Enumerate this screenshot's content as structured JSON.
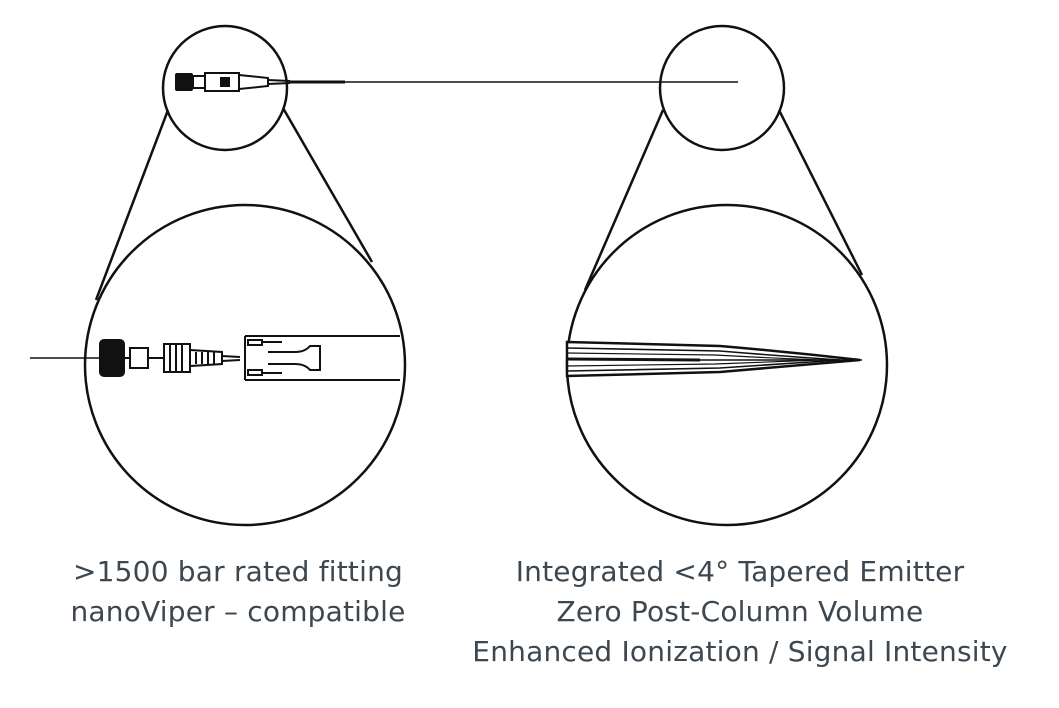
{
  "left_caption": {
    "line1": ">1500 bar rated fitting",
    "line2": "nanoViper – compatible"
  },
  "right_caption": {
    "line1": "Integrated <4° Tapered Emitter",
    "line2": "Zero Post-Column Volume",
    "line3": "Enhanced Ionization / Signal Intensity"
  },
  "colors": {
    "ink": "#111111",
    "caption_text": "#3d4750",
    "background": "#ffffff"
  }
}
